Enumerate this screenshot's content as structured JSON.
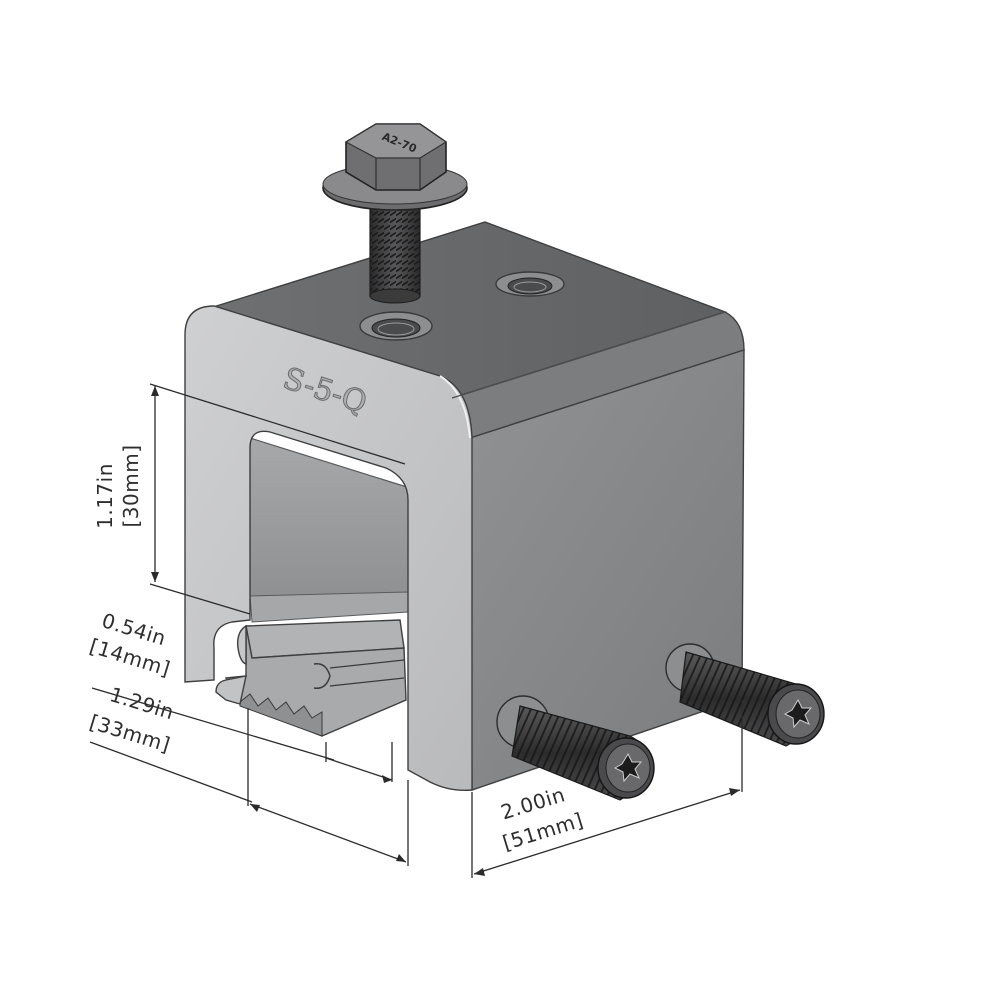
{
  "part": {
    "body_label": "S-5-Q",
    "bolt_head_marking": "A2-70"
  },
  "dimensions": {
    "height": {
      "imperial": "1.17in",
      "metric": "[30mm]"
    },
    "slot_width": {
      "imperial": "0.54in",
      "metric": "[14mm]"
    },
    "overall_depth": {
      "imperial": "1.29in",
      "metric": "[33mm]"
    },
    "width": {
      "imperial": "2.00in",
      "metric": "[51mm]"
    }
  },
  "colors": {
    "body_front": "#c8c9cb",
    "body_side": "#86888a",
    "body_top": "#67696b",
    "bolt": "#3a3a3b"
  }
}
